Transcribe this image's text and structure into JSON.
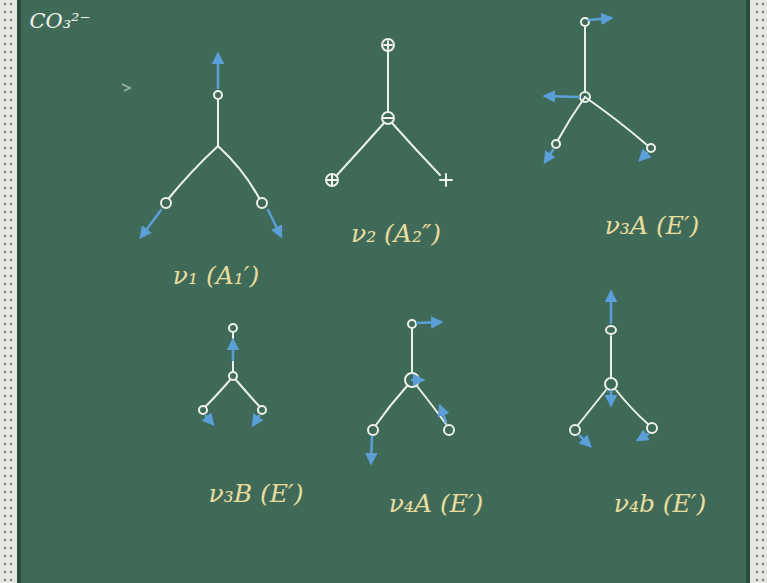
{
  "diagram": {
    "title": "CO₃²⁻",
    "labels": [
      "ν₁ (A₁′)",
      "ν₂ (A₂″)",
      "ν₃A (E′)",
      "ν₃B (E′)",
      "ν₄A (E′)",
      "ν₄b (E′)"
    ]
  }
}
